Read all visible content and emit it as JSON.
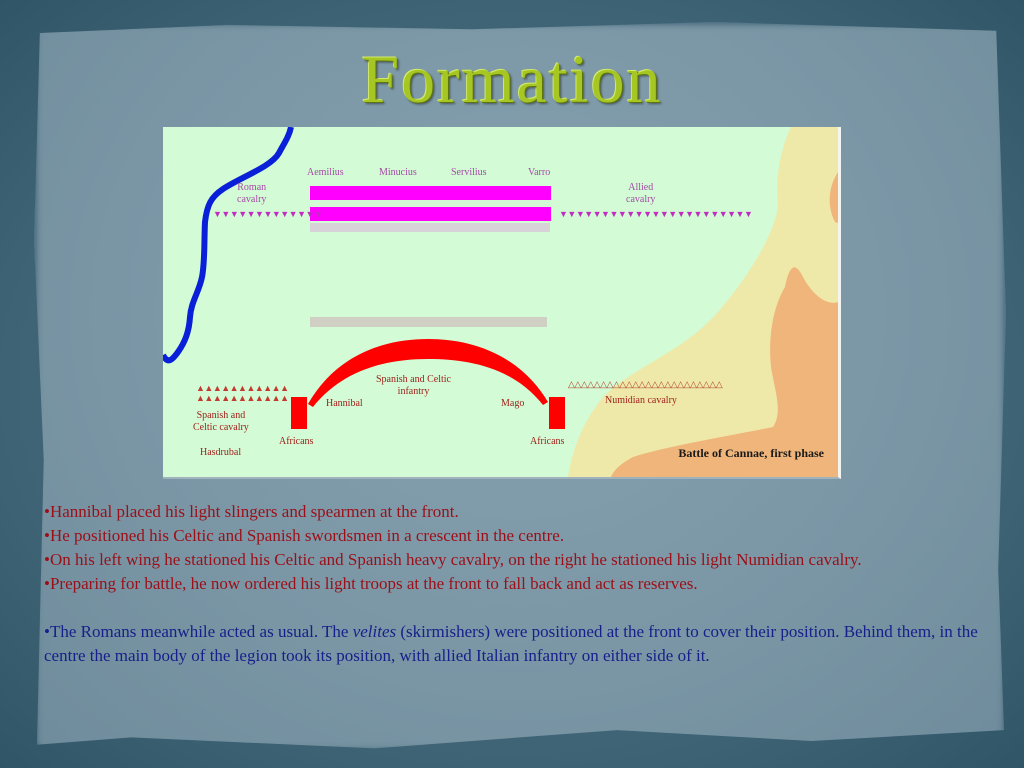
{
  "slide": {
    "title": "Formation",
    "colors": {
      "title": "#a6c623",
      "background": "#3f6678",
      "paper": "#7b97a6",
      "text_red": "#9b0f18",
      "text_blue": "#17208a"
    }
  },
  "map": {
    "caption": "Battle of Cannae, first phase",
    "colors": {
      "plain": "#d2fbd6",
      "hills_light": "#efe9a9",
      "hills_dark": "#efb57a",
      "river": "#0a1fd8",
      "roman": "#ff00ff",
      "carthaginian": "#ff0000"
    },
    "roman": {
      "commanders": [
        "Aemilius",
        "Minucius",
        "Servilius",
        "Varro"
      ],
      "left_cavalry": "Roman\ncavalry",
      "right_cavalry": "Allied\ncavalry"
    },
    "carthaginian": {
      "centre": "Spanish and Celtic\ninfantry",
      "left_commander": "Hannibal",
      "right_commander": "Mago",
      "left_flank": "Africans",
      "right_flank": "Africans",
      "left_cavalry": "Spanish and\nCeltic cavalry",
      "left_cavalry_commander": "Hasdrubal",
      "right_cavalry": "Numidian cavalry"
    }
  },
  "bullets": {
    "b1": "•Hannibal  placed his light slingers and spearmen at the front.",
    "b2": "•He positioned his Celtic and Spanish swordsmen in a crescent in the centre.",
    "b3": "•On his left wing he stationed his Celtic and Spanish heavy cavalry, on the right he stationed his light Numidian cavalry.",
    "b4": "•Preparing for battle, he now ordered his light troops at the front to fall back and act as reserves.",
    "b5_pre": "•The Romans meanwhile acted as usual. The ",
    "b5_italic": "velites",
    "b5_post": " (skirmishers) were positioned at the front to cover their position. Behind them, in the centre the main body of the legion took its position, with allied Italian infantry on either side of it."
  }
}
